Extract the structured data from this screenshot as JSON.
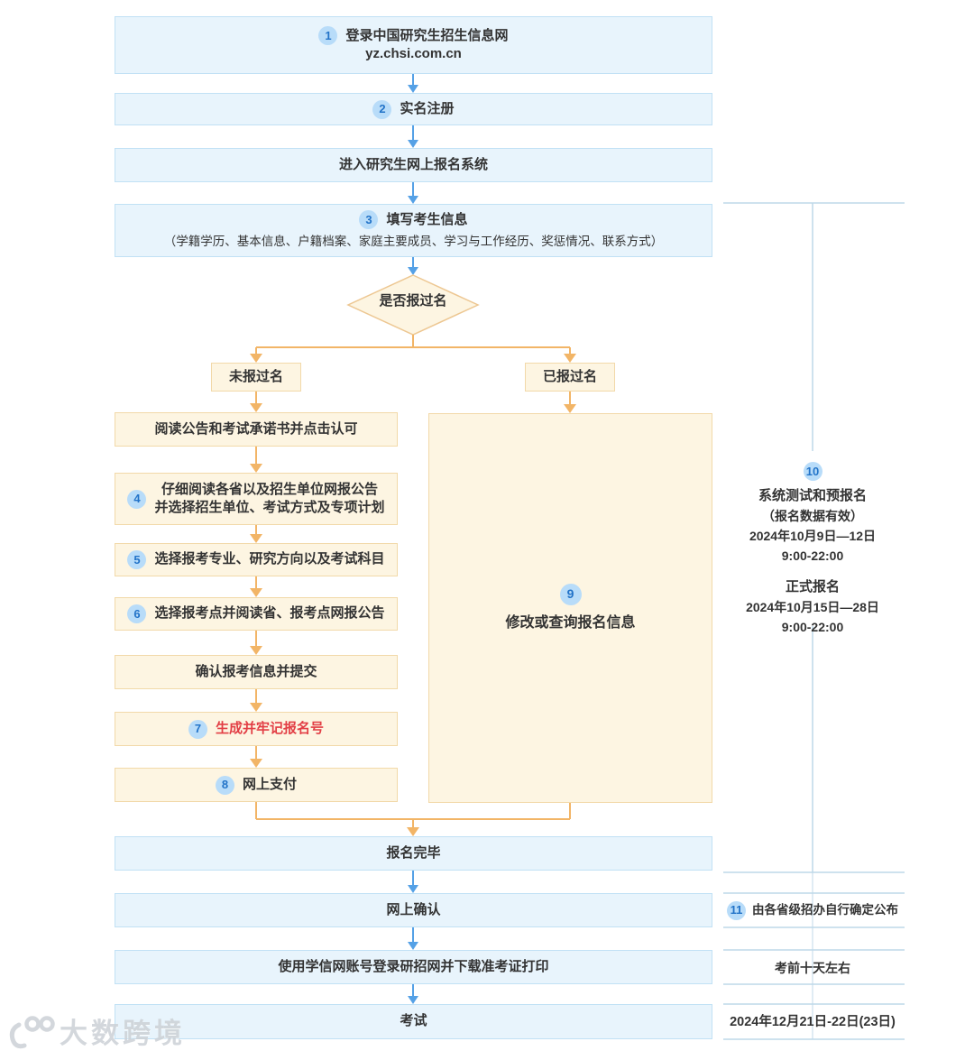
{
  "colors": {
    "blue_box_bg": "#e8f4fc",
    "blue_box_border": "#c1e1f5",
    "yellow_box_bg": "#fdf5e2",
    "yellow_box_border": "#f2d9a9",
    "blue_arrow": "#55a1e6",
    "orange_arrow": "#f2b567",
    "badge_bg": "#b8dcf9",
    "badge_text": "#2273c8",
    "red_text": "#e23e45",
    "panel_line": "#bed8e9",
    "text": "#333333"
  },
  "flow": {
    "top_steps": [
      {
        "badge": "1",
        "lines": [
          "登录中国研究生招生信息网",
          "yz.chsi.com.cn"
        ]
      },
      {
        "badge": "2",
        "lines": [
          "实名注册"
        ]
      },
      {
        "badge": "",
        "lines": [
          "进入研究生网上报名系统"
        ]
      },
      {
        "badge": "3",
        "lines": [
          "填写考生信息",
          "（学籍学历、基本信息、户籍档案、家庭主要成员、学习与工作经历、奖惩情况、联系方式）"
        ]
      }
    ],
    "decision": {
      "label": "是否报过名"
    },
    "branch_left_label": "未报过名",
    "branch_right_label": "已报过名",
    "left_steps": [
      {
        "badge": "",
        "lines": [
          "阅读公告和考试承诺书并点击认可"
        ]
      },
      {
        "badge": "4",
        "lines": [
          "仔细阅读各省以及招生单位网报公告",
          "并选择招生单位、考试方式及专项计划"
        ]
      },
      {
        "badge": "5",
        "lines": [
          "选择报考专业、研究方向以及考试科目"
        ]
      },
      {
        "badge": "6",
        "lines": [
          "选择报考点并阅读省、报考点网报公告"
        ]
      },
      {
        "badge": "",
        "lines": [
          "确认报考信息并提交"
        ]
      },
      {
        "badge": "7",
        "lines": [
          "生成并牢记报名号"
        ]
      },
      {
        "badge": "8",
        "lines": [
          "网上支付"
        ]
      }
    ],
    "right_box": {
      "badge": "9",
      "label": "修改或查询报名信息"
    },
    "bottom_steps": [
      "报名完毕",
      "网上确认",
      "使用学信网账号登录研招网并下载准考证打印",
      "考试"
    ]
  },
  "side_panel": {
    "period": {
      "badge": "10",
      "test_title": "系统测试和预报名",
      "test_note": "（报名数据有效）",
      "test_date": "2024年10月9日—12日",
      "test_time": "9:00-22:00",
      "official_title": "正式报名",
      "official_date": "2024年10月15日—28日",
      "official_time": "9:00-22:00"
    },
    "confirm_note": {
      "badge": "11",
      "text": "由各省级招办自行确定公布"
    },
    "print_note": "考前十天左右",
    "exam_date": "2024年12月21日-22日(23日)"
  },
  "watermark": "大数跨境"
}
